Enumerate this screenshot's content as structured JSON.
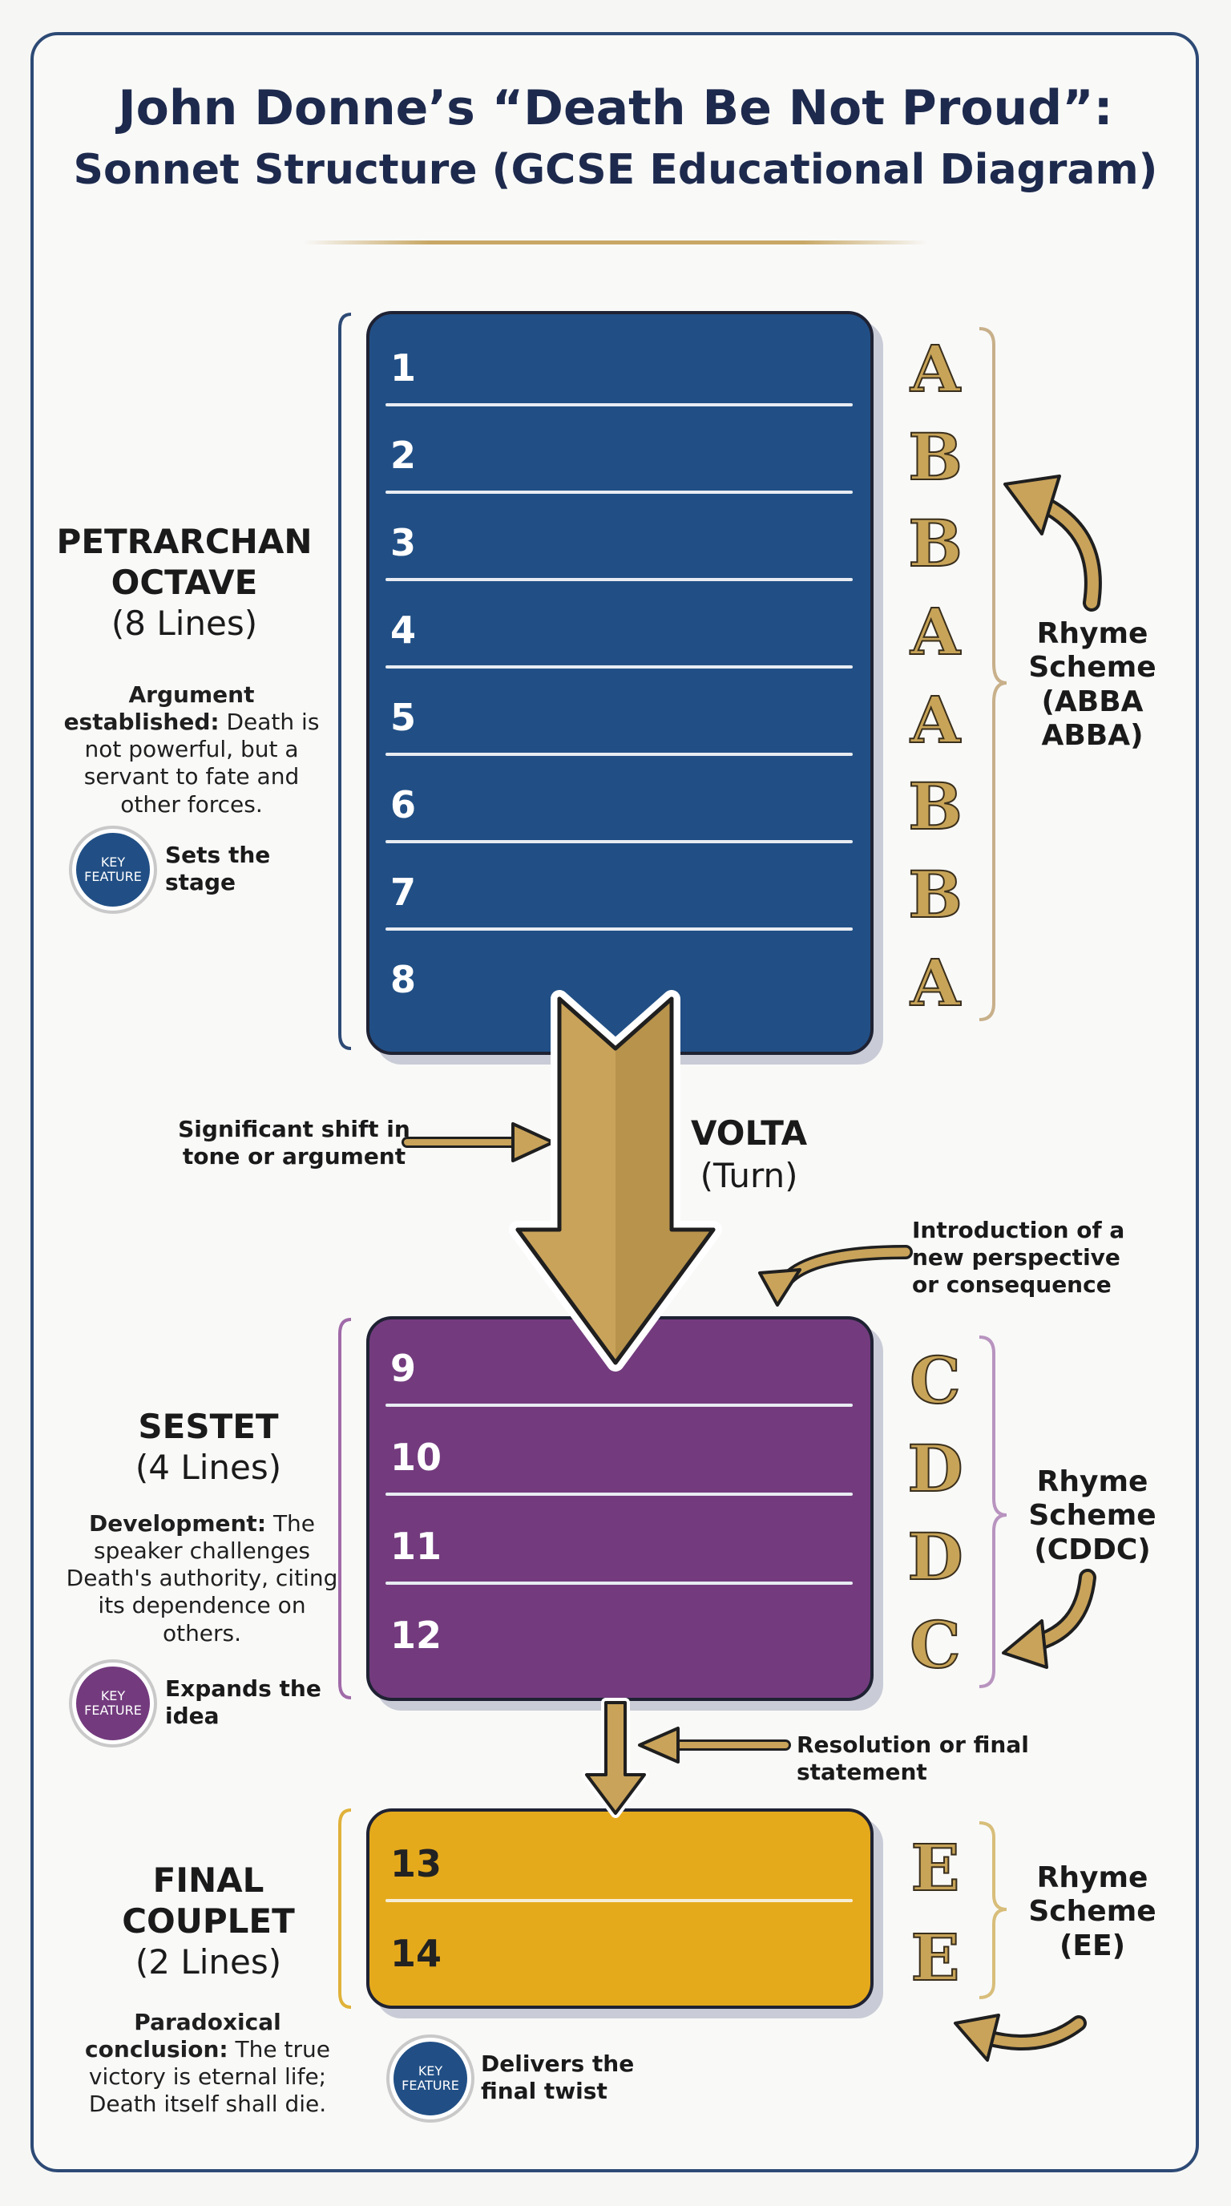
{
  "title": {
    "line1": "John Donne’s “Death Be Not Proud”:",
    "line2": "Sonnet Structure (GCSE Educational Diagram)"
  },
  "octave": {
    "heading1": "PETRARCHAN",
    "heading2": "OCTAVE",
    "count": "(8 Lines)",
    "desc_bold": "Argument established:",
    "desc": "Death is not powerful, but a servant to fate and other forces.",
    "key_feature": "Sets the stage",
    "lines": [
      "1",
      "2",
      "3",
      "4",
      "5",
      "6",
      "7",
      "8"
    ],
    "letters": [
      "A",
      "B",
      "B",
      "A",
      "A",
      "B",
      "B",
      "A"
    ],
    "rhyme_label": "Rhyme Scheme (ABBA ABBA)"
  },
  "volta": {
    "title": "VOLTA",
    "subtitle": "(Turn)",
    "left_note": "Significant shift in tone or argument",
    "right_note": "Introduction of a new perspective or consequence"
  },
  "sestet": {
    "heading": "SESTET",
    "count": "(4 Lines)",
    "desc_bold": "Development:",
    "desc": "The speaker challenges Death's authority, citing its dependence on others.",
    "key_feature": "Expands the idea",
    "lines": [
      "9",
      "10",
      "11",
      "12"
    ],
    "letters": [
      "C",
      "D",
      "D",
      "C"
    ],
    "rhyme_label": "Rhyme Scheme (CDDC)"
  },
  "transition": {
    "note": "Resolution or final statement"
  },
  "couplet": {
    "heading1": "FINAL",
    "heading2": "COUPLET",
    "count": "(2 Lines)",
    "desc_bold": "Paradoxical conclusion:",
    "desc": "The true victory is eternal life; Death itself shall die.",
    "key_feature": "Delivers the final twist",
    "lines": [
      "13",
      "14"
    ],
    "letters": [
      "E",
      "E"
    ],
    "rhyme_label": "Rhyme Scheme (EE)"
  },
  "badge": {
    "key": "KEY",
    "feature": "FEATURE"
  },
  "colors": {
    "navy": "#214f85",
    "purple": "#733b7e",
    "gold_block": "#e5aa1c",
    "gold_accent": "#c8a458"
  }
}
